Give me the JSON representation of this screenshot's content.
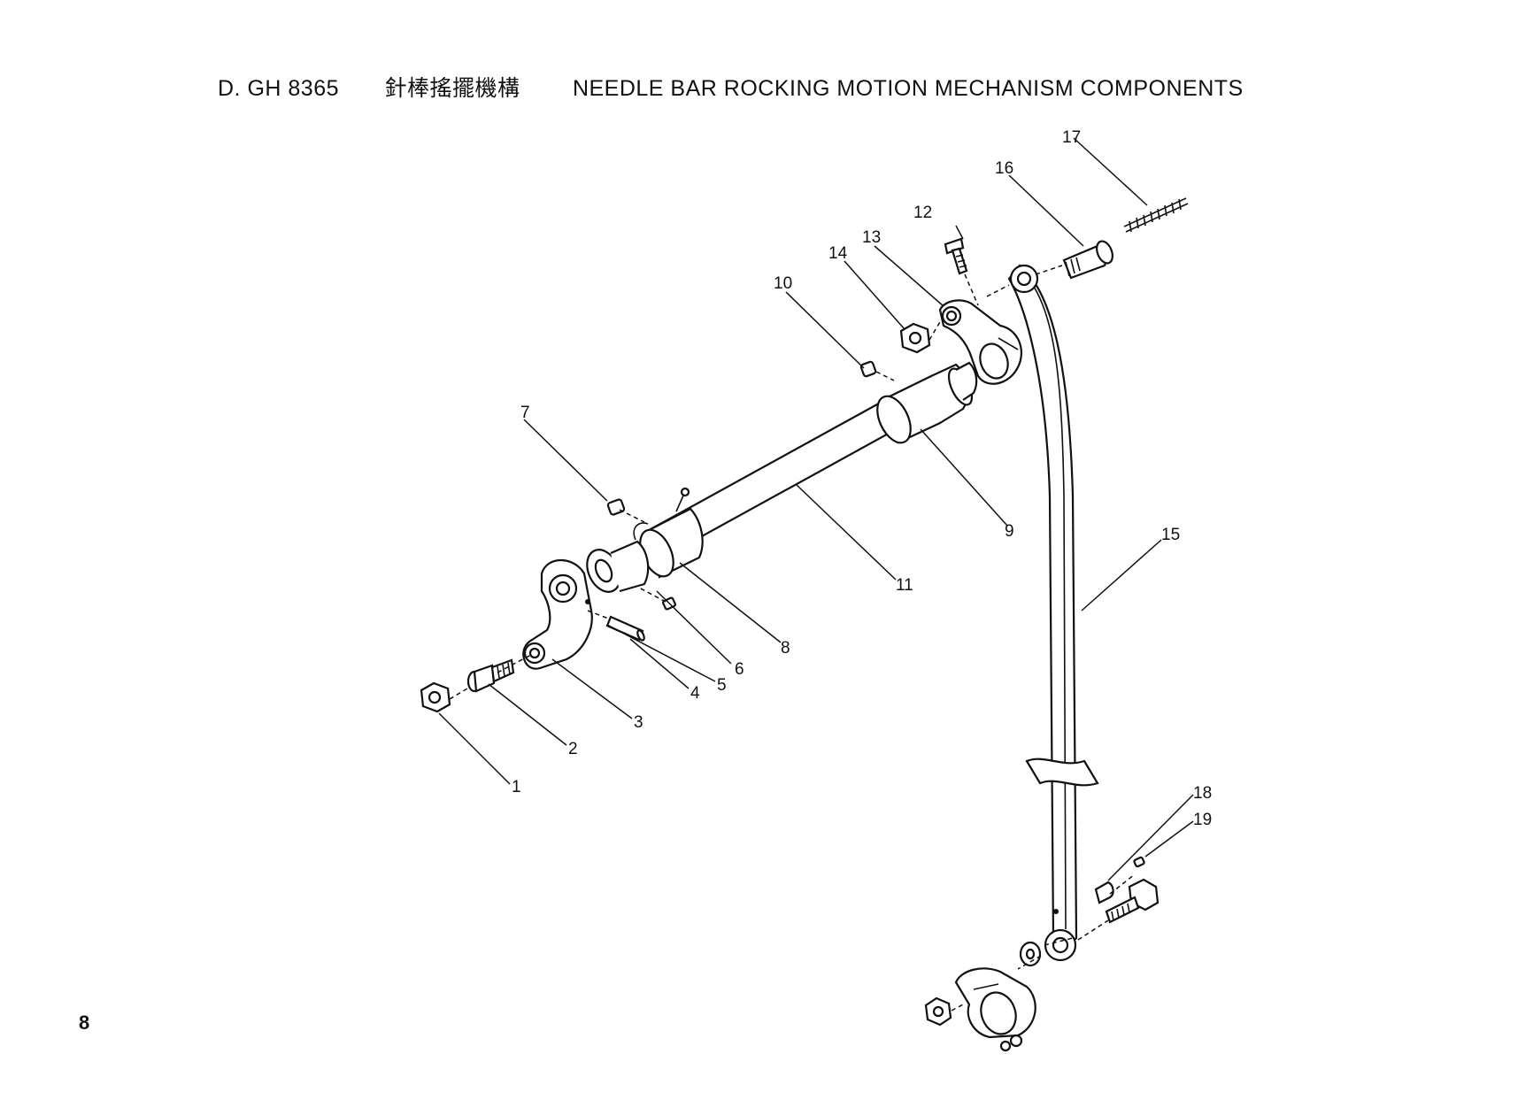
{
  "header": {
    "model": "D. GH 8365",
    "title_cn": "針棒搖擺機構",
    "title_en": "NEEDLE BAR ROCKING MOTION MECHANISM COMPONENTS"
  },
  "page_number": "8",
  "callouts": [
    "1",
    "2",
    "3",
    "4",
    "5",
    "6",
    "7",
    "8",
    "9",
    "10",
    "11",
    "12",
    "13",
    "14",
    "15",
    "16",
    "17",
    "18",
    "19"
  ]
}
